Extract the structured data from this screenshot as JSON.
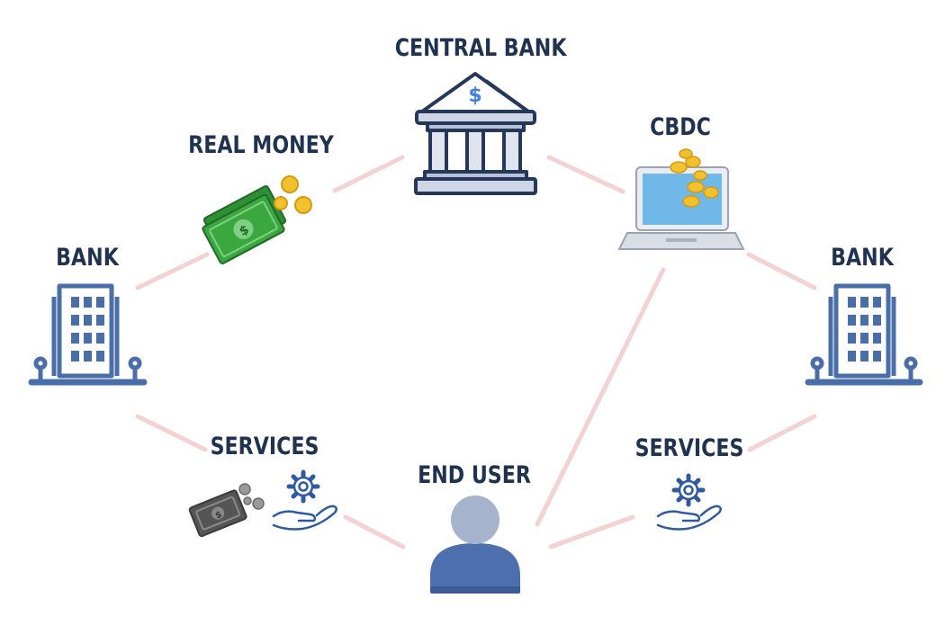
{
  "colors": {
    "label": "#1f3350",
    "connector": "#f2d2d2",
    "bank_blue": "#4a6fa8",
    "dark_navy": "#26385a",
    "user_head": "#a6b3cc",
    "user_body": "#4d6fae",
    "cash_green": "#3aa83f",
    "coin_gold": "#f2c12e",
    "cash_gray": "#6b6b6b"
  },
  "nodes": {
    "central_bank": {
      "label": "CENTRAL BANK",
      "icon": "bank-building-icon"
    },
    "real_money": {
      "label": "REAL MONEY",
      "icon": "cash-money-icon"
    },
    "cbdc": {
      "label": "CBDC",
      "icon": "laptop-coins-icon"
    },
    "bank_left": {
      "label": "BANK",
      "icon": "office-building-icon"
    },
    "bank_right": {
      "label": "BANK",
      "icon": "office-building-icon"
    },
    "services_left": {
      "label": "SERVICES",
      "icon": "hand-gear-icon"
    },
    "services_right": {
      "label": "SERVICES",
      "icon": "hand-gear-icon"
    },
    "end_user": {
      "label": "END USER",
      "icon": "user-avatar-icon"
    }
  }
}
